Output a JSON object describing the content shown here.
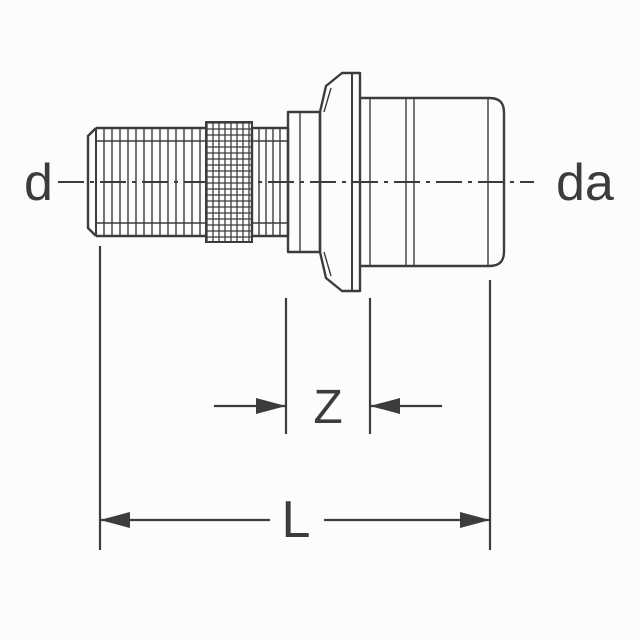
{
  "page": {
    "background_color": "#fcfcfc",
    "line_color": "#3c3c3c",
    "description": "Technical dimension drawing of a press-fit pipe adapter coupling"
  },
  "labels": {
    "diameter_left": "d",
    "diameter_right": "da",
    "offset_dimension": "Z",
    "length_dimension": "L"
  }
}
